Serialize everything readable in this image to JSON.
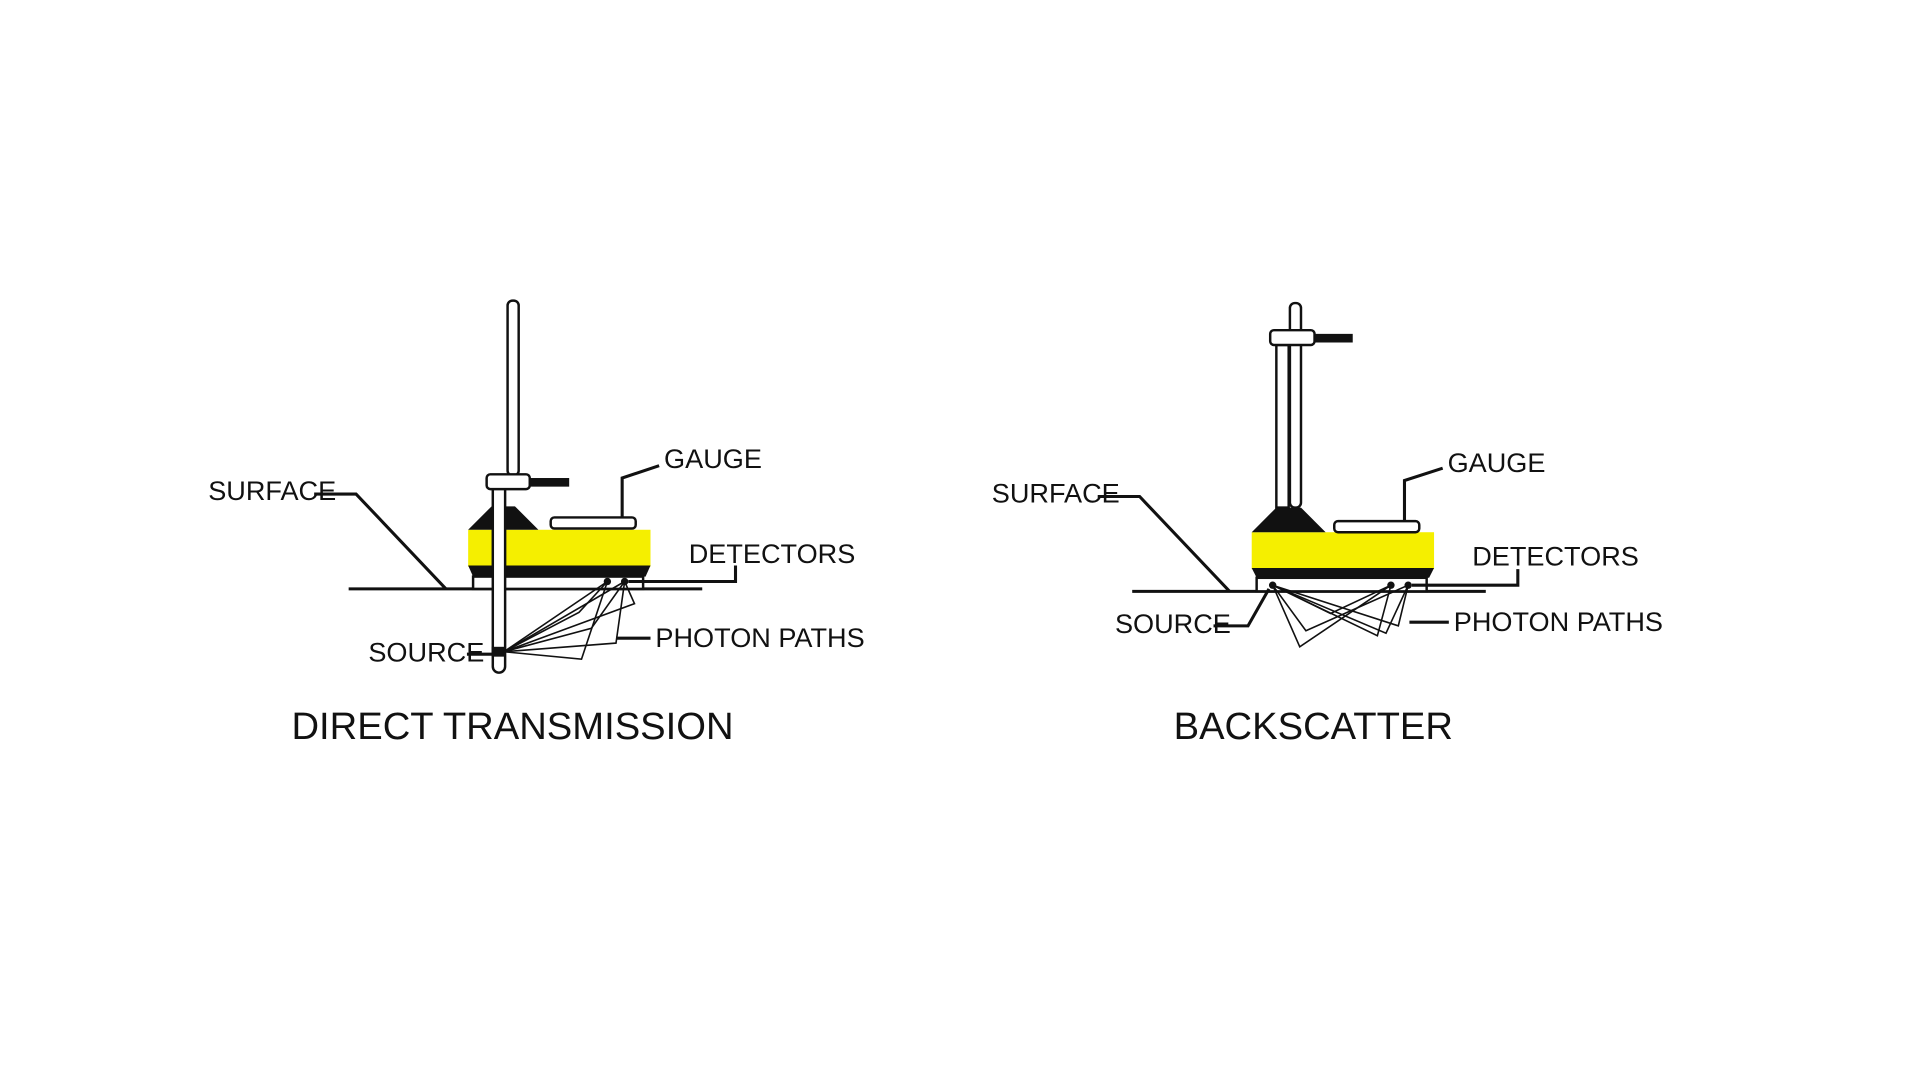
{
  "colors": {
    "body_yellow": "#f5ef00",
    "ink": "#111111",
    "background": "#ffffff"
  },
  "direct_transmission": {
    "title": "DIRECT TRANSMISSION",
    "labels": {
      "surface": "SURFACE",
      "gauge": "GAUGE",
      "detectors": "DETECTORS",
      "source": "SOURCE",
      "photon_paths": "PHOTON PATHS"
    }
  },
  "backscatter": {
    "title": "BACKSCATTER",
    "labels": {
      "surface": "SURFACE",
      "gauge": "GAUGE",
      "detectors": "DETECTORS",
      "source": "SOURCE",
      "photon_paths": "PHOTON PATHS"
    }
  }
}
